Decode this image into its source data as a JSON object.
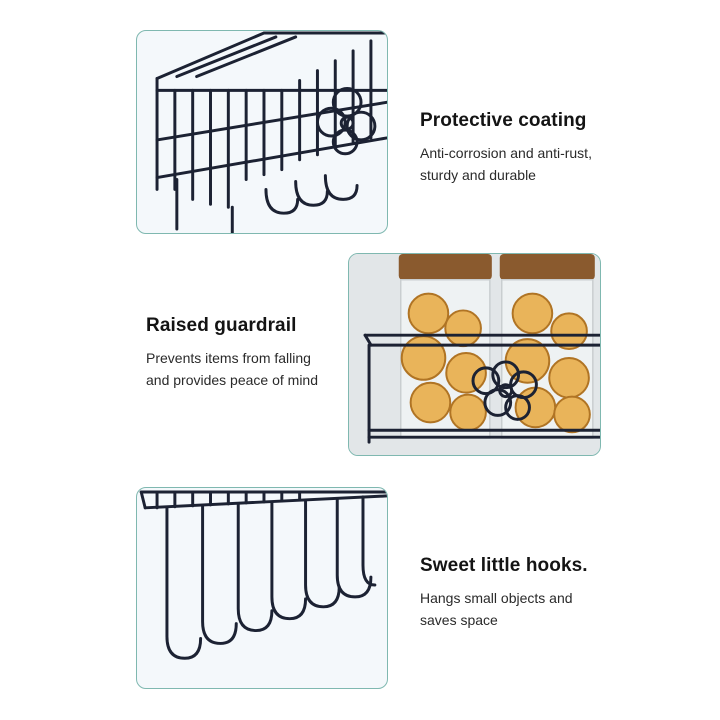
{
  "features": [
    {
      "title": "Protective coating",
      "desc_lines": [
        "Anti-corrosion and anti-rust,",
        "sturdy and durable"
      ],
      "image": "wire-basket-with-flower-pattern"
    },
    {
      "title": "Raised guardrail",
      "desc_lines": [
        "Prevents items from falling",
        "and provides peace of mind"
      ],
      "image": "spice-jars-in-rack"
    },
    {
      "title": "Sweet little hooks.",
      "desc_lines": [
        "Hangs small objects and",
        "saves space"
      ],
      "image": "row-of-hooks"
    }
  ],
  "colors": {
    "panel_border": "#7fb8b0",
    "wire": "#1c2233",
    "lid": "#8a5a2e",
    "lemon": "#d79a3a"
  }
}
